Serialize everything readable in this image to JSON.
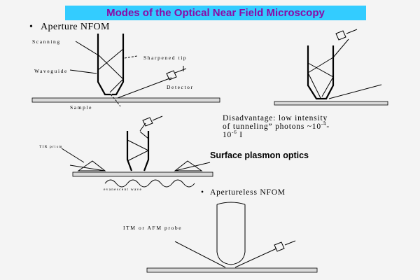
{
  "title": "Modes of the Optical Near Field Microscopy",
  "sections": {
    "aperture": {
      "heading": "Aperture NFOM",
      "labels": {
        "scanning": "Scanning",
        "sharpened_tip": "Sharpened tip",
        "waveguide": "Waveguide",
        "detector": "Detector",
        "sample": "Sample"
      }
    },
    "disadvantage": {
      "line1": "Disadvantage:  low intensity",
      "line2_prefix": "of  tunneling”  photons ~10",
      "exp1": "-4",
      "line2_suffix": "-",
      "line3_prefix": "10",
      "exp2": "-6",
      "line3_suffix": " I"
    },
    "plasmon": {
      "heading": "Surface plasmon optics",
      "labels": {
        "tir_prism": "TIR prism",
        "evanescent_wave": "evanescent wave"
      }
    },
    "apertureless": {
      "heading": "Apertureless NFOM",
      "labels": {
        "probe": "ITM  or AFM probe"
      }
    }
  },
  "bullet": "•",
  "colors": {
    "title_bar": "#33ccff",
    "title_text": "#8b0aa6",
    "background": "#f4f4f4",
    "sample_fill": "#d9d9d9"
  }
}
